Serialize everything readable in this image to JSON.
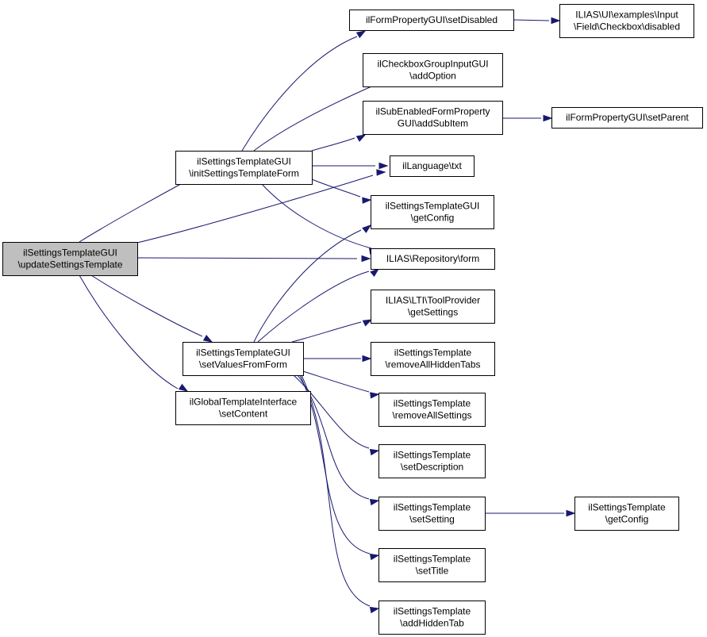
{
  "colors": {
    "edge": "#191970",
    "root_fill": "#bfbfbf",
    "node_fill": "#ffffff",
    "border": "#000000"
  },
  "nodes": [
    {
      "id": "update",
      "lines": [
        "ilSettingsTemplateGUI",
        "\\updateSettingsTemplate"
      ],
      "root": true
    },
    {
      "id": "initForm",
      "lines": [
        "ilSettingsTemplateGUI",
        "\\initSettingsTemplateForm"
      ]
    },
    {
      "id": "setValues",
      "lines": [
        "ilSettingsTemplateGUI",
        "\\setValuesFromForm"
      ]
    },
    {
      "id": "setContent",
      "lines": [
        "ilGlobalTemplateInterface",
        "\\setContent"
      ]
    },
    {
      "id": "setDisabled",
      "lines": [
        "ilFormPropertyGUI\\setDisabled"
      ]
    },
    {
      "id": "cbDisabled",
      "lines": [
        "ILIAS\\UI\\examples\\Input",
        "\\Field\\Checkbox\\disabled"
      ]
    },
    {
      "id": "addOption",
      "lines": [
        "ilCheckboxGroupInputGUI",
        "\\addOption"
      ]
    },
    {
      "id": "addSubItem",
      "lines": [
        "ilSubEnabledFormProperty",
        "GUI\\addSubItem"
      ]
    },
    {
      "id": "setParent",
      "lines": [
        "ilFormPropertyGUI\\setParent"
      ]
    },
    {
      "id": "txt",
      "lines": [
        "ilLanguage\\txt"
      ]
    },
    {
      "id": "getConfigGUI",
      "lines": [
        "ilSettingsTemplateGUI",
        "\\getConfig"
      ]
    },
    {
      "id": "form",
      "lines": [
        "ILIAS\\Repository\\form"
      ]
    },
    {
      "id": "getSettings",
      "lines": [
        "ILIAS\\LTI\\ToolProvider",
        "\\getSettings"
      ]
    },
    {
      "id": "removeTabs",
      "lines": [
        "ilSettingsTemplate",
        "\\removeAllHiddenTabs"
      ]
    },
    {
      "id": "removeSettings",
      "lines": [
        "ilSettingsTemplate",
        "\\removeAllSettings"
      ]
    },
    {
      "id": "setDescription",
      "lines": [
        "ilSettingsTemplate",
        "\\setDescription"
      ]
    },
    {
      "id": "setSetting",
      "lines": [
        "ilSettingsTemplate",
        "\\setSetting"
      ]
    },
    {
      "id": "getConfigT",
      "lines": [
        "ilSettingsTemplate",
        "\\getConfig"
      ]
    },
    {
      "id": "setTitle",
      "lines": [
        "ilSettingsTemplate",
        "\\setTitle"
      ]
    },
    {
      "id": "addHiddenTab",
      "lines": [
        "ilSettingsTemplate",
        "\\addHiddenTab"
      ]
    }
  ],
  "edges": [
    [
      "update",
      "initForm"
    ],
    [
      "update",
      "txt"
    ],
    [
      "update",
      "form"
    ],
    [
      "update",
      "setValues"
    ],
    [
      "update",
      "setContent"
    ],
    [
      "initForm",
      "setDisabled"
    ],
    [
      "initForm",
      "addOption"
    ],
    [
      "initForm",
      "addSubItem"
    ],
    [
      "initForm",
      "txt"
    ],
    [
      "initForm",
      "getConfigGUI"
    ],
    [
      "initForm",
      "form"
    ],
    [
      "setDisabled",
      "cbDisabled"
    ],
    [
      "addSubItem",
      "setParent"
    ],
    [
      "setValues",
      "getConfigGUI"
    ],
    [
      "setValues",
      "form"
    ],
    [
      "setValues",
      "getSettings"
    ],
    [
      "setValues",
      "removeTabs"
    ],
    [
      "setValues",
      "removeSettings"
    ],
    [
      "setValues",
      "setDescription"
    ],
    [
      "setValues",
      "setSetting"
    ],
    [
      "setValues",
      "setTitle"
    ],
    [
      "setValues",
      "addHiddenTab"
    ],
    [
      "setSetting",
      "getConfigT"
    ]
  ]
}
